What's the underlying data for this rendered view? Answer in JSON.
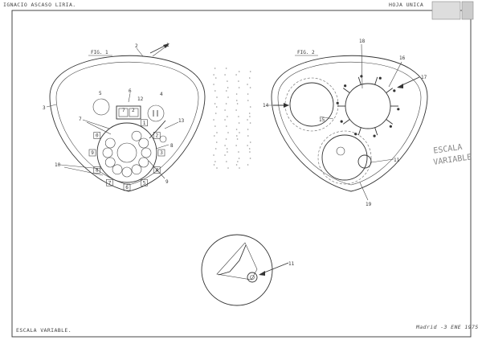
{
  "header": {
    "author": "IGNACIO  ASCASO  LIRIA.",
    "sheet": "HOJA  UNICA"
  },
  "footer": {
    "scale": "ESCALA  VARIABLE.",
    "date": "Madrid  -3 ENE 1975"
  },
  "figures": {
    "fig1_label": "FIG. 1",
    "fig2_label": "FIG. 2"
  },
  "stamp_text": [
    "ESCALA",
    "VARIABLE"
  ],
  "refs_fig1": [
    "1",
    "2",
    "3",
    "4",
    "5",
    "6",
    "7",
    "8",
    "9",
    "10",
    "12",
    "13"
  ],
  "refs_fig2": [
    "11",
    "14",
    "15",
    "16",
    "17",
    "18",
    "19"
  ],
  "refs_detail": [
    "11"
  ],
  "dial_numbers": [
    "1",
    "2",
    "3",
    "4",
    "5",
    "6",
    "7",
    "8",
    "9",
    "0"
  ],
  "window_digits": [
    "7",
    "2"
  ]
}
